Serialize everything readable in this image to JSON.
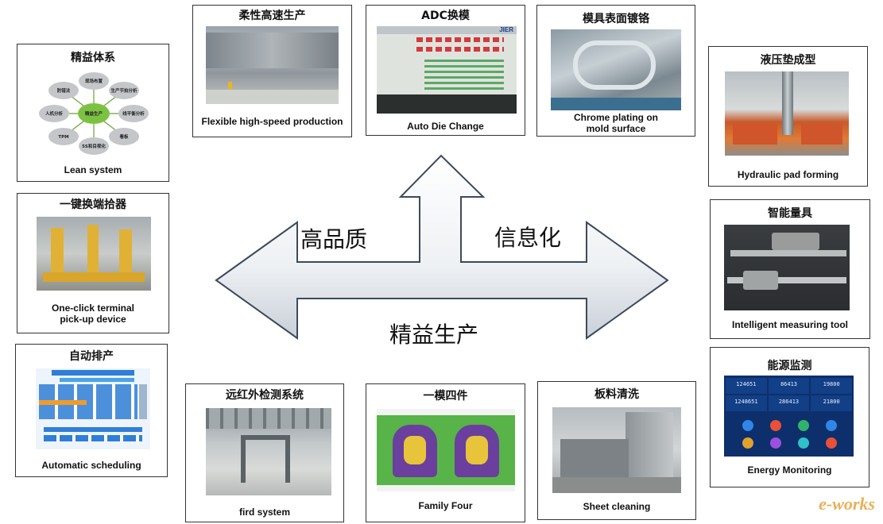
{
  "center": {
    "left_label": "高品质",
    "right_label": "信息化",
    "bottom_label": "精益生产"
  },
  "cards": {
    "lean": {
      "zh": "精益体系",
      "en": "Lean system",
      "diagram": {
        "center": "精益生产",
        "nodes": [
          "现场布置",
          "生产节拍分析",
          "线平衡分析",
          "看板",
          "5S和目视化",
          "TPM",
          "人机分析",
          "防错法"
        ]
      }
    },
    "flexible": {
      "zh": "柔性高速生产",
      "en": "Flexible high-speed production"
    },
    "adc": {
      "zh": "ADC换模",
      "en": "Auto Die Change",
      "screen_brand": "JIER"
    },
    "chrome": {
      "zh": "模具表面镀铬",
      "en_line1": "Chrome plating on",
      "en_line2": "mold surface"
    },
    "hydraulic": {
      "zh": "液压垫成型",
      "en": "Hydraulic pad forming"
    },
    "oneclick": {
      "zh": "一键换端拾器",
      "en_line1": "One-click terminal",
      "en_line2": "pick-up device"
    },
    "measuring": {
      "zh": "智能量具",
      "en": "Intelligent measuring tool"
    },
    "scheduling": {
      "zh": "自动排产",
      "en": "Automatic scheduling"
    },
    "fird": {
      "zh": "远红外检测系统",
      "en": "fird system"
    },
    "family": {
      "zh": "一模四件",
      "en": "Family Four"
    },
    "sheet": {
      "zh": "板料清洗",
      "en": "Sheet cleaning"
    },
    "energy": {
      "zh": "能源监测",
      "en": "Energy Monitoring",
      "readouts": [
        "124651",
        "86413",
        "19800",
        "1248651",
        "286413",
        "21800"
      ]
    }
  },
  "watermark": "e-works",
  "colors": {
    "arrow_fill": "#eef1f4",
    "arrow_stroke": "#3d4a5a",
    "watermark": "#e8a23a"
  }
}
